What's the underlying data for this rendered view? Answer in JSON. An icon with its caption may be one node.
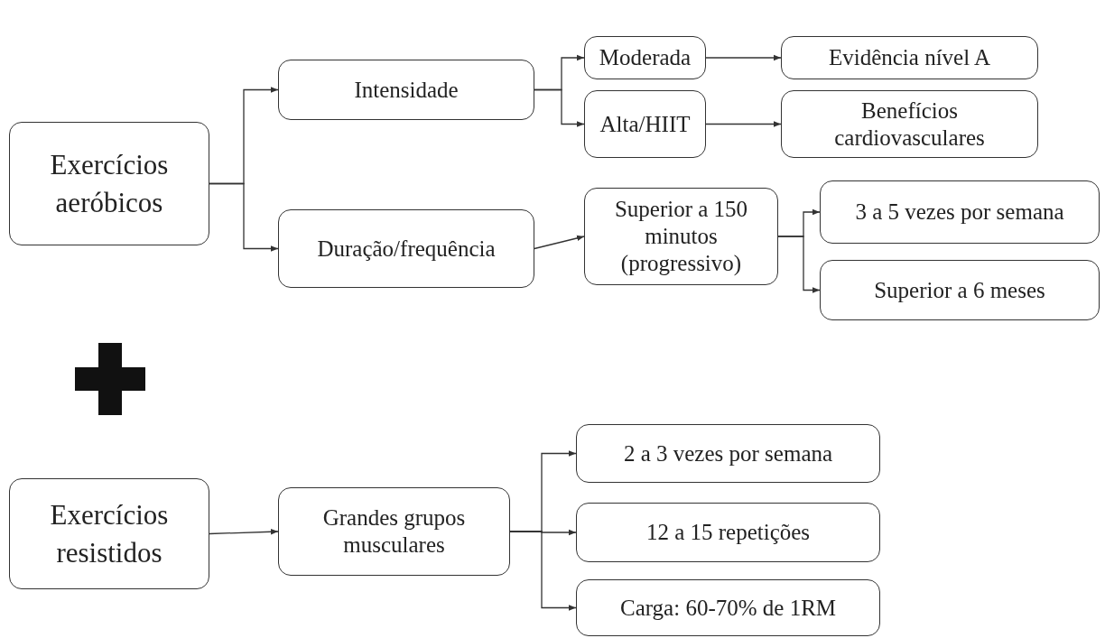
{
  "diagram": {
    "nodes": [
      {
        "text": [
          "Exercícios aeróbicos"
        ]
      },
      {
        "text": [
          "Intensidade"
        ]
      },
      {
        "text": [
          "Duração/frequência"
        ]
      },
      {
        "text": [
          "Moderada"
        ]
      },
      {
        "text": [
          "Alta/HIIT"
        ]
      },
      {
        "text": [
          "Evidência nível A"
        ]
      },
      {
        "text": [
          "Benefícios cardiovasculares"
        ]
      },
      {
        "text": [
          "Superior a 150 minutos (progressivo)"
        ]
      },
      {
        "text": [
          "3 a 5 vezes por semana"
        ]
      },
      {
        "text": [
          "Superior a 6 meses"
        ]
      },
      {
        "text": [
          "Exercícios resistidos"
        ]
      },
      {
        "text": [
          "Grandes grupos musculares"
        ]
      },
      {
        "text": [
          "2 a 3 vezes por semana"
        ]
      },
      {
        "text": [
          "12 a 15 repetições"
        ]
      },
      {
        "text": [
          "Carga: 60-70% de 1RM"
        ]
      }
    ],
    "edges": [
      {
        "from": 0,
        "to": 1,
        "arrow": "to"
      },
      {
        "from": 0,
        "to": 2,
        "arrow": "to"
      },
      {
        "from": 1,
        "to": 3,
        "arrow": "to"
      },
      {
        "from": 1,
        "to": 4,
        "arrow": "to"
      },
      {
        "from": 3,
        "to": 5,
        "arrow": "to"
      },
      {
        "from": 4,
        "to": 6,
        "arrow": "to"
      },
      {
        "from": 2,
        "to": 7,
        "arrow": "to"
      },
      {
        "from": 7,
        "to": 8,
        "arrow": "to"
      },
      {
        "from": 7,
        "to": 9,
        "arrow": "to"
      },
      {
        "from": 10,
        "to": 11,
        "arrow": "to"
      },
      {
        "from": 11,
        "to": 12,
        "arrow": "to"
      },
      {
        "from": 11,
        "to": 13,
        "arrow": "to"
      },
      {
        "from": 11,
        "to": 14,
        "arrow": "to"
      }
    ]
  }
}
